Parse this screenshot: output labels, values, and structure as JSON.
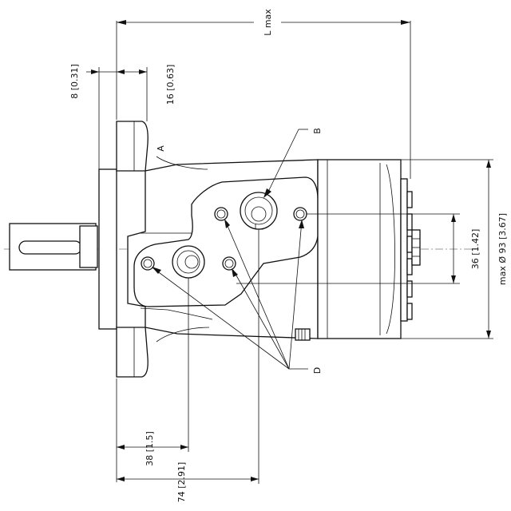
{
  "dimensions": {
    "length": "L max",
    "flange_thickness": "8 [0.31]",
    "pilot_length": "16 [0.63]",
    "port_spacing": "36 [1.42]",
    "max_diameter": "max Ø 93 [3.67]",
    "port_offset_near": "38 [1.5]",
    "port_offset_far": "74 [2.91]"
  },
  "callouts": {
    "a": "A",
    "b": "B",
    "d": "D"
  },
  "colors": {
    "line": "#111111",
    "background": "#ffffff"
  }
}
